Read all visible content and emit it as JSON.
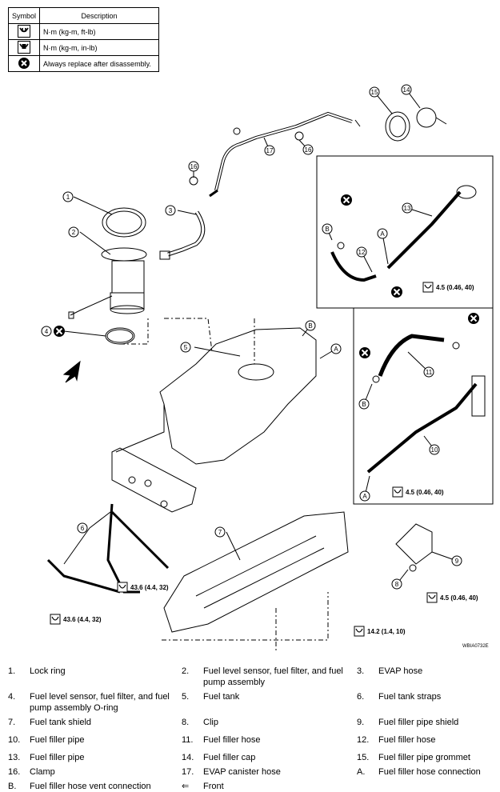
{
  "legend": {
    "headers": {
      "symbol": "Symbol",
      "description": "Description"
    },
    "rows": [
      {
        "icon": "torque-wrench-icon",
        "description": "N·m (kg-m, ft-lb)"
      },
      {
        "icon": "torque-wrench-small-icon",
        "description": "N·m (kg-m, in-lb)"
      },
      {
        "icon": "always-replace-icon",
        "description": "Always replace after disassembly."
      }
    ]
  },
  "diagram": {
    "callouts": [
      "1",
      "2",
      "3",
      "4",
      "5",
      "6",
      "7",
      "8",
      "9",
      "10",
      "11",
      "12",
      "13",
      "14",
      "15",
      "16",
      "16",
      "17",
      "A",
      "A",
      "A",
      "B",
      "B",
      "B"
    ],
    "torque_specs": [
      "4.5 (0.46, 40)",
      "4.5 (0.46, 40)",
      "43.6 (4.4, 32)",
      "43.6 (4.4, 32)",
      "4.5 (0.46, 40)",
      "14.2 (1.4, 10)"
    ],
    "figure_code": "WBIA0732E"
  },
  "parts": [
    {
      "num": "1.",
      "label": "Lock ring"
    },
    {
      "num": "2.",
      "label": "Fuel level sensor, fuel filter, and fuel pump assembly"
    },
    {
      "num": "3.",
      "label": "EVAP hose"
    },
    {
      "num": "4.",
      "label": "Fuel level sensor, fuel filter, and fuel pump assembly O-ring"
    },
    {
      "num": "5.",
      "label": "Fuel tank"
    },
    {
      "num": "6.",
      "label": "Fuel tank straps"
    },
    {
      "num": "7.",
      "label": "Fuel tank shield"
    },
    {
      "num": "8.",
      "label": "Clip"
    },
    {
      "num": "9.",
      "label": "Fuel filler pipe shield"
    },
    {
      "num": "10.",
      "label": "Fuel filler pipe"
    },
    {
      "num": "11.",
      "label": "Fuel filler hose"
    },
    {
      "num": "12.",
      "label": "Fuel filler hose"
    },
    {
      "num": "13.",
      "label": "Fuel filler pipe"
    },
    {
      "num": "14.",
      "label": "Fuel filler cap"
    },
    {
      "num": "15.",
      "label": "Fuel filler pipe grommet"
    },
    {
      "num": "16.",
      "label": "Clamp"
    },
    {
      "num": "17.",
      "label": "EVAP canister hose"
    },
    {
      "num": "A.",
      "label": "Fuel filler hose connection"
    },
    {
      "num": "B.",
      "label": "Fuel filler hose vent connection"
    },
    {
      "num": "⇐",
      "label": "Front"
    }
  ]
}
